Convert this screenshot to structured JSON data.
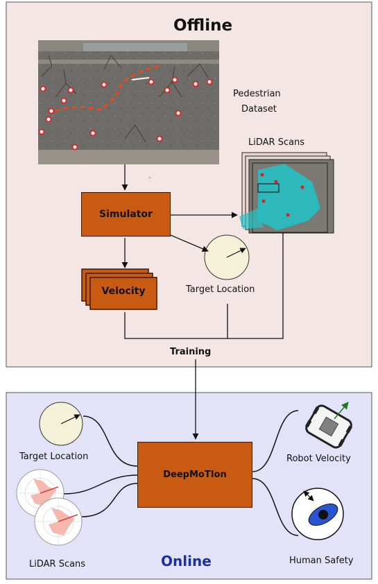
{
  "offline": {
    "title": "Offline",
    "dataset_label_line1": "Pedestrian",
    "dataset_label_line2": "Dataset",
    "lidar_label": "LiDAR Scans",
    "simulator_label": "Simulator",
    "velocity_label": "Velocity",
    "target_location_label": "Target Location",
    "training_label": "Training",
    "tick_mark": "`"
  },
  "online": {
    "title": "Online",
    "network_label": "DeepMoTIon",
    "target_location_label": "Target Location",
    "lidar_label": "LiDAR Scans",
    "robot_velocity_label": "Robot Velocity",
    "human_safety_label": "Human Safety"
  },
  "colors": {
    "offline_bg": "#f3e6e4",
    "online_bg": "#e2e2f8",
    "box_fill": "#c85a12",
    "online_title": "#1a2fa8",
    "lidar_overlay": "#22c3c8",
    "target_circle": "#f5f0d8",
    "arrow_green": "#1f7a1f"
  },
  "icons": {
    "dataset_image": "pedestrian-aerial-photo",
    "lidar_stack": "lidar-scan-stack",
    "target_dial": "target-location-dial",
    "robot": "robot-top-view-icon",
    "human_safety": "human-safety-circle-icon",
    "lidar_polar": "lidar-polar-plot-icon"
  }
}
